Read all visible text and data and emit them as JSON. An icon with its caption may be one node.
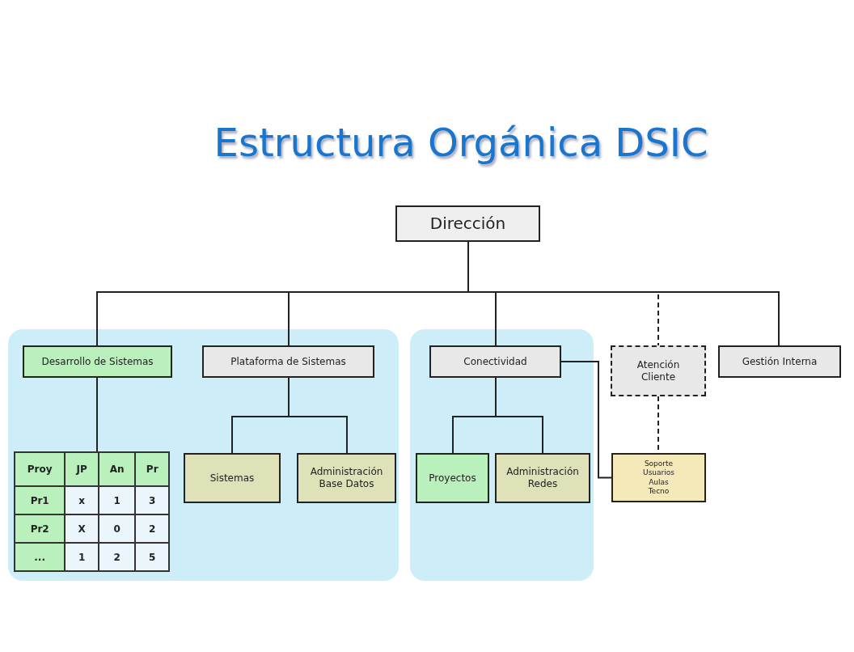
{
  "diagram": {
    "title": "Estructura Orgánica DSIC",
    "nodes": [
      {
        "text": [
          "Dirección"
        ]
      },
      {
        "text": [],
        "shape": "box"
      },
      {
        "text": [
          "Desarrollo de Sistemas"
        ],
        "in": 1
      },
      {
        "text": [
          "Plataforma de Sistemas"
        ],
        "in": 1
      },
      {
        "text": [
          "Proy",
          "JP",
          "An",
          "Pr",
          "Pr1",
          "x",
          "1",
          "3",
          "Pr2",
          "X",
          "0",
          "2",
          "...",
          "1",
          "2",
          "5"
        ],
        "in": 1
      },
      {
        "text": [
          "Sistemas"
        ],
        "in": 1
      },
      {
        "text": [
          "Administración Base Datos"
        ],
        "in": 1
      },
      {
        "text": [],
        "shape": "box"
      },
      {
        "text": [
          "Conectividad"
        ],
        "in": 7
      },
      {
        "text": [
          "Proyectos"
        ],
        "in": 7
      },
      {
        "text": [
          "Administración Redes"
        ],
        "in": 7
      },
      {
        "text": [
          "Atención Cliente"
        ]
      },
      {
        "text": [
          "Gestión Interna"
        ]
      },
      {
        "text": [
          "Soporte Usuarios Aulas Tecno"
        ]
      }
    ],
    "edges": [
      {
        "from": 0,
        "to": 2,
        "arrow": "none"
      },
      {
        "from": 0,
        "to": 3,
        "arrow": "none"
      },
      {
        "from": 0,
        "to": 8,
        "arrow": "none"
      },
      {
        "from": 0,
        "to": 11,
        "arrow": "none",
        "style": "dashed"
      },
      {
        "from": 0,
        "to": 12,
        "arrow": "none"
      },
      {
        "from": 2,
        "to": 4,
        "arrow": "none"
      },
      {
        "from": 3,
        "to": 5,
        "arrow": "none"
      },
      {
        "from": 3,
        "to": 6,
        "arrow": "none"
      },
      {
        "from": 8,
        "to": 9,
        "arrow": "none"
      },
      {
        "from": 8,
        "to": 10,
        "arrow": "none"
      },
      {
        "from": 8,
        "to": 13,
        "arrow": "none"
      },
      {
        "from": 11,
        "to": 13,
        "arrow": "none",
        "style": "dashed"
      }
    ]
  }
}
